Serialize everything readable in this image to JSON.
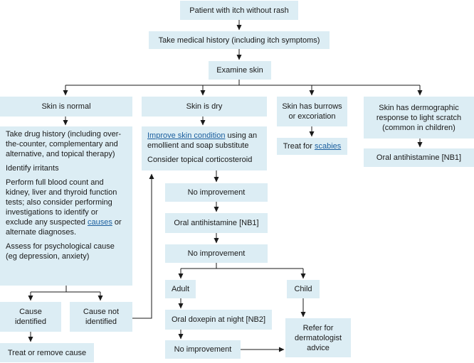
{
  "colors": {
    "box_fill": "#dcedf4",
    "link": "#1a5e9e",
    "line": "#1a1a1a"
  },
  "nodes": {
    "start": "Patient with itch without rash",
    "history": "Take medical history (including itch symptoms)",
    "examine": "Examine skin",
    "normal": "Skin is normal",
    "dry": "Skin is dry",
    "burrows": [
      "Skin has burrows",
      "or excoriation"
    ],
    "dermographic": [
      "Skin has dermographic",
      "response to light scratch",
      "(common in children)"
    ],
    "normal_actions": {
      "drug_history": "Take drug history (including over-the-counter, complementary and alternative, and topical therapy)",
      "irritants": "Identify irritants",
      "tests_before": "Perform full blood count and kidney, liver and thyroid function tests; also consider performing investigations to identify or exclude any suspected ",
      "tests_link": "causes",
      "tests_after": " or alternate diagnoses.",
      "psych": "Assess for psychological cause (eg depression, anxiety)"
    },
    "dry_actions": {
      "improve_link": "Improve skin condition",
      "improve_after": " using an emollient and soap substitute",
      "steroid": "Consider topical corticosteroid"
    },
    "treat_for": "Treat for ",
    "scabies_link": "scabies",
    "antihistamine_derm": "Oral antihistamine [NB1]",
    "no_improvement_1": "No improvement",
    "antihistamine_dry": "Oral antihistamine [NB1]",
    "no_improvement_2": "No improvement",
    "adult": "Adult",
    "child": "Child",
    "doxepin": "Oral doxepin at night [NB2]",
    "no_improvement_3": "No improvement",
    "refer": [
      "Refer for",
      "dermatologist",
      "advice"
    ],
    "cause_identified": [
      "Cause",
      "identified"
    ],
    "cause_not_identified": [
      "Cause not",
      "identified"
    ],
    "treat_remove": "Treat or remove cause"
  }
}
